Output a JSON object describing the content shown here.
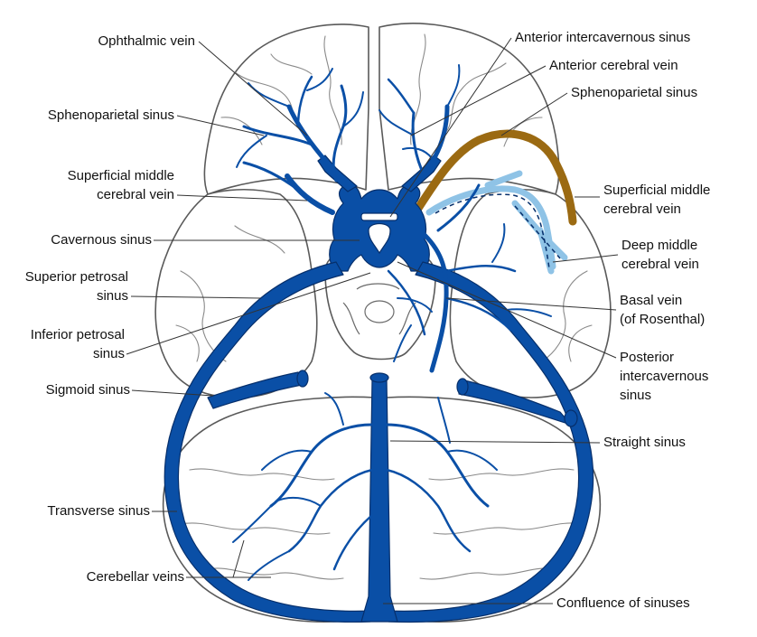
{
  "colors": {
    "vein_fill": "#0a4fa6",
    "vein_dark": "#062f6b",
    "brain_outline": "#5a5a5a",
    "brain_fill": "#ffffff",
    "sphenoparietal_highlight": "#9b6a12",
    "deep_middle_highlight": "#8fc3e6",
    "leader_line": "#333333",
    "label_text": "#111111"
  },
  "labels_left": {
    "ophthalmic_vein": "Ophthalmic vein",
    "sphenoparietal_sinus": "Sphenoparietal sinus",
    "superficial_middle_1": "Superficial middle",
    "superficial_middle_2": "cerebral vein",
    "cavernous_sinus": "Cavernous sinus",
    "superior_petrosal_1": "Superior petrosal",
    "superior_petrosal_2": "sinus",
    "inferior_petrosal_1": "Inferior petrosal",
    "inferior_petrosal_2": "sinus",
    "sigmoid_sinus": "Sigmoid sinus",
    "transverse_sinus": "Transverse sinus",
    "cerebellar_veins": "Cerebellar veins"
  },
  "labels_right": {
    "anterior_intercavernous": "Anterior intercavernous sinus",
    "anterior_cerebral_vein": "Anterior cerebral vein",
    "sphenoparietal_sinus": "Sphenoparietal sinus",
    "superficial_middle_1": "Superficial middle",
    "superficial_middle_2": "cerebral vein",
    "deep_middle_1": "Deep middle",
    "deep_middle_2": "cerebral vein",
    "basal_vein_1": "Basal vein",
    "basal_vein_2": "(of Rosenthal)",
    "posterior_intercavernous_1": "Posterior",
    "posterior_intercavernous_2": "intercavernous",
    "posterior_intercavernous_3": "sinus",
    "straight_sinus": "Straight sinus",
    "confluence": "Confluence of sinuses"
  }
}
